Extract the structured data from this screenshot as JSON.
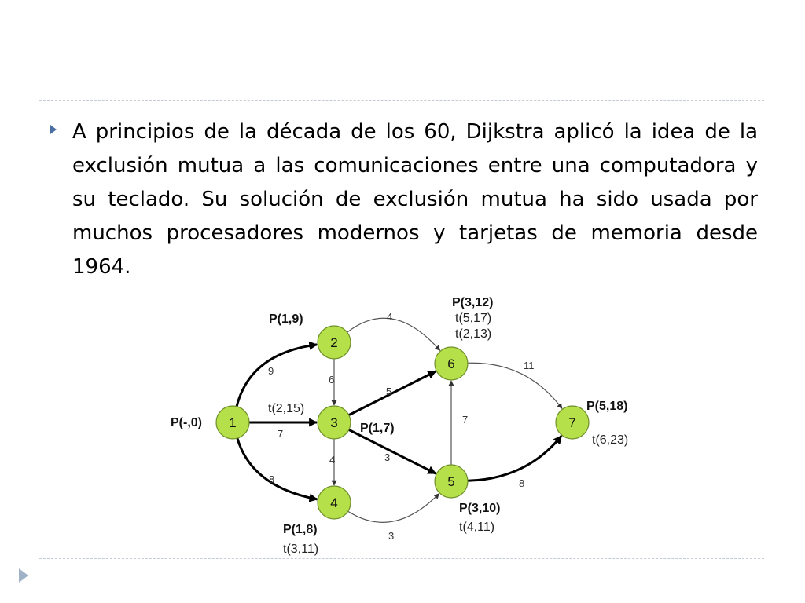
{
  "slide": {
    "text": "A principios de la década de los 60, Dijkstra aplicó la idea de la exclusión mutua a las comunicaciones entre una computadora y su teclado. Su solución de exclusión mutua ha sido usada por muchos procesadores modernos y tarjetas de memoria desde 1964."
  },
  "graph": {
    "nodes": [
      {
        "id": "1",
        "label": "1"
      },
      {
        "id": "2",
        "label": "2"
      },
      {
        "id": "3",
        "label": "3"
      },
      {
        "id": "4",
        "label": "4"
      },
      {
        "id": "5",
        "label": "5"
      },
      {
        "id": "6",
        "label": "6"
      },
      {
        "id": "7",
        "label": "7"
      }
    ],
    "node_color": "#b5e04a",
    "edges": [
      {
        "from": "1",
        "to": "2",
        "weight": "9",
        "bold": true
      },
      {
        "from": "1",
        "to": "3",
        "weight": "7",
        "bold": true
      },
      {
        "from": "1",
        "to": "4",
        "weight": "8",
        "bold": true
      },
      {
        "from": "2",
        "to": "3",
        "weight": "6",
        "bold": false
      },
      {
        "from": "2",
        "to": "6",
        "weight": "4",
        "bold": false
      },
      {
        "from": "3",
        "to": "4",
        "weight": "4",
        "bold": false
      },
      {
        "from": "3",
        "to": "5",
        "weight": "3",
        "bold": true
      },
      {
        "from": "3",
        "to": "6",
        "weight": "5",
        "bold": true
      },
      {
        "from": "4",
        "to": "5",
        "weight": "3",
        "bold": false
      },
      {
        "from": "5",
        "to": "6",
        "weight": "7",
        "bold": false
      },
      {
        "from": "5",
        "to": "7",
        "weight": "8",
        "bold": true
      },
      {
        "from": "6",
        "to": "7",
        "weight": "11",
        "bold": false
      }
    ],
    "labels": {
      "n1": "P(-,0)",
      "n2": "P(1,9)",
      "n3_perm": "P(1,7)",
      "n3_temp": "t(2,15)",
      "n4_perm": "P(1,8)",
      "n4_temp": "t(3,11)",
      "n5_perm": "P(3,10)",
      "n5_temp": "t(4,11)",
      "n6_perm": "P(3,12)",
      "n6_temp1": "t(5,17)",
      "n6_temp2": "t(2,13)",
      "n7_perm": "P(5,18)",
      "n7_temp": "t(6,23)"
    }
  }
}
